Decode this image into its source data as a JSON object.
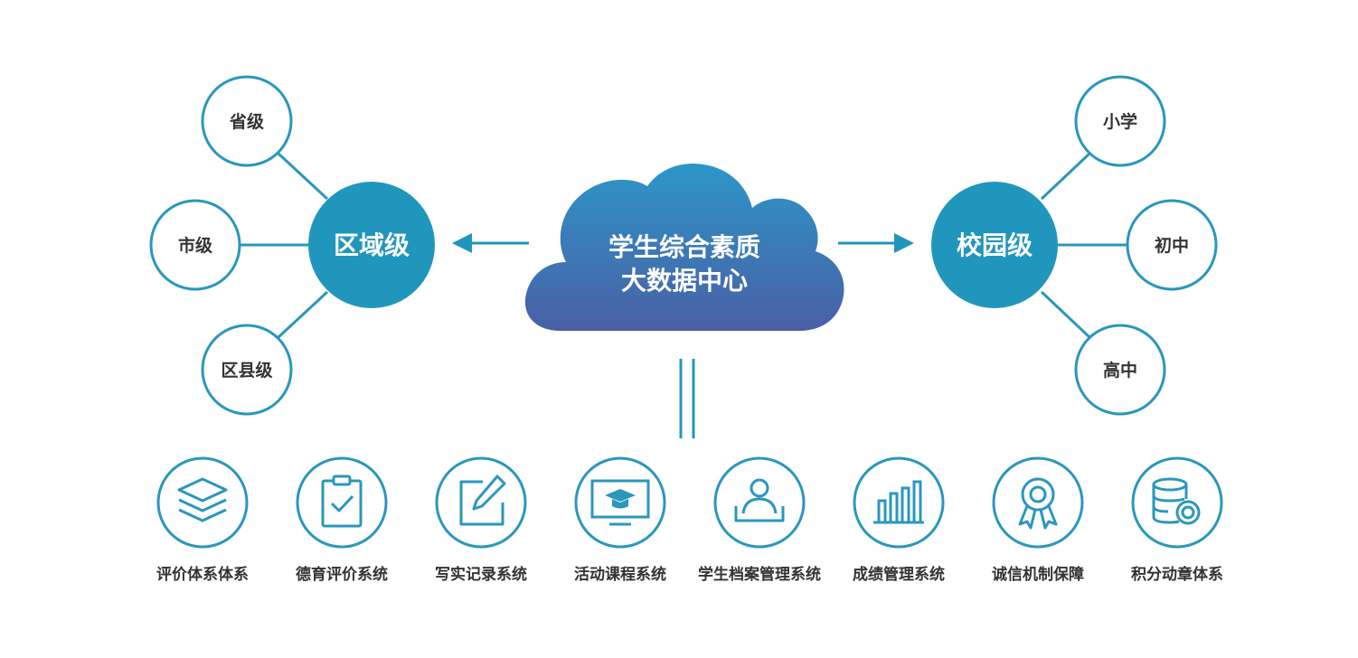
{
  "colors": {
    "accent": "#2196bd",
    "ring": "#2a97bd",
    "text_dark": "#333333",
    "text_light": "#ffffff",
    "cloud_top": "#2c94c7",
    "cloud_bottom": "#4a5fa3"
  },
  "center": {
    "line1": "学生综合素质",
    "line2": "大数据中心"
  },
  "left_hub": {
    "label": "区域级",
    "children": [
      "省级",
      "市级",
      "区县级"
    ]
  },
  "right_hub": {
    "label": "校园级",
    "children": [
      "小学",
      "初中",
      "高中"
    ]
  },
  "systems": [
    {
      "label": "评价体系体系",
      "icon": "layers-icon"
    },
    {
      "label": "德育评价系统",
      "icon": "clipboard-check-icon"
    },
    {
      "label": "写实记录系统",
      "icon": "edit-icon"
    },
    {
      "label": "活动课程系统",
      "icon": "monitor-graduation-icon"
    },
    {
      "label": "学生档案管理系统",
      "icon": "student-profile-icon"
    },
    {
      "label": "成绩管理系统",
      "icon": "bar-chart-icon"
    },
    {
      "label": "诚信机制保障",
      "icon": "award-ribbon-icon"
    },
    {
      "label": "积分动章体系",
      "icon": "database-coin-icon"
    }
  ]
}
